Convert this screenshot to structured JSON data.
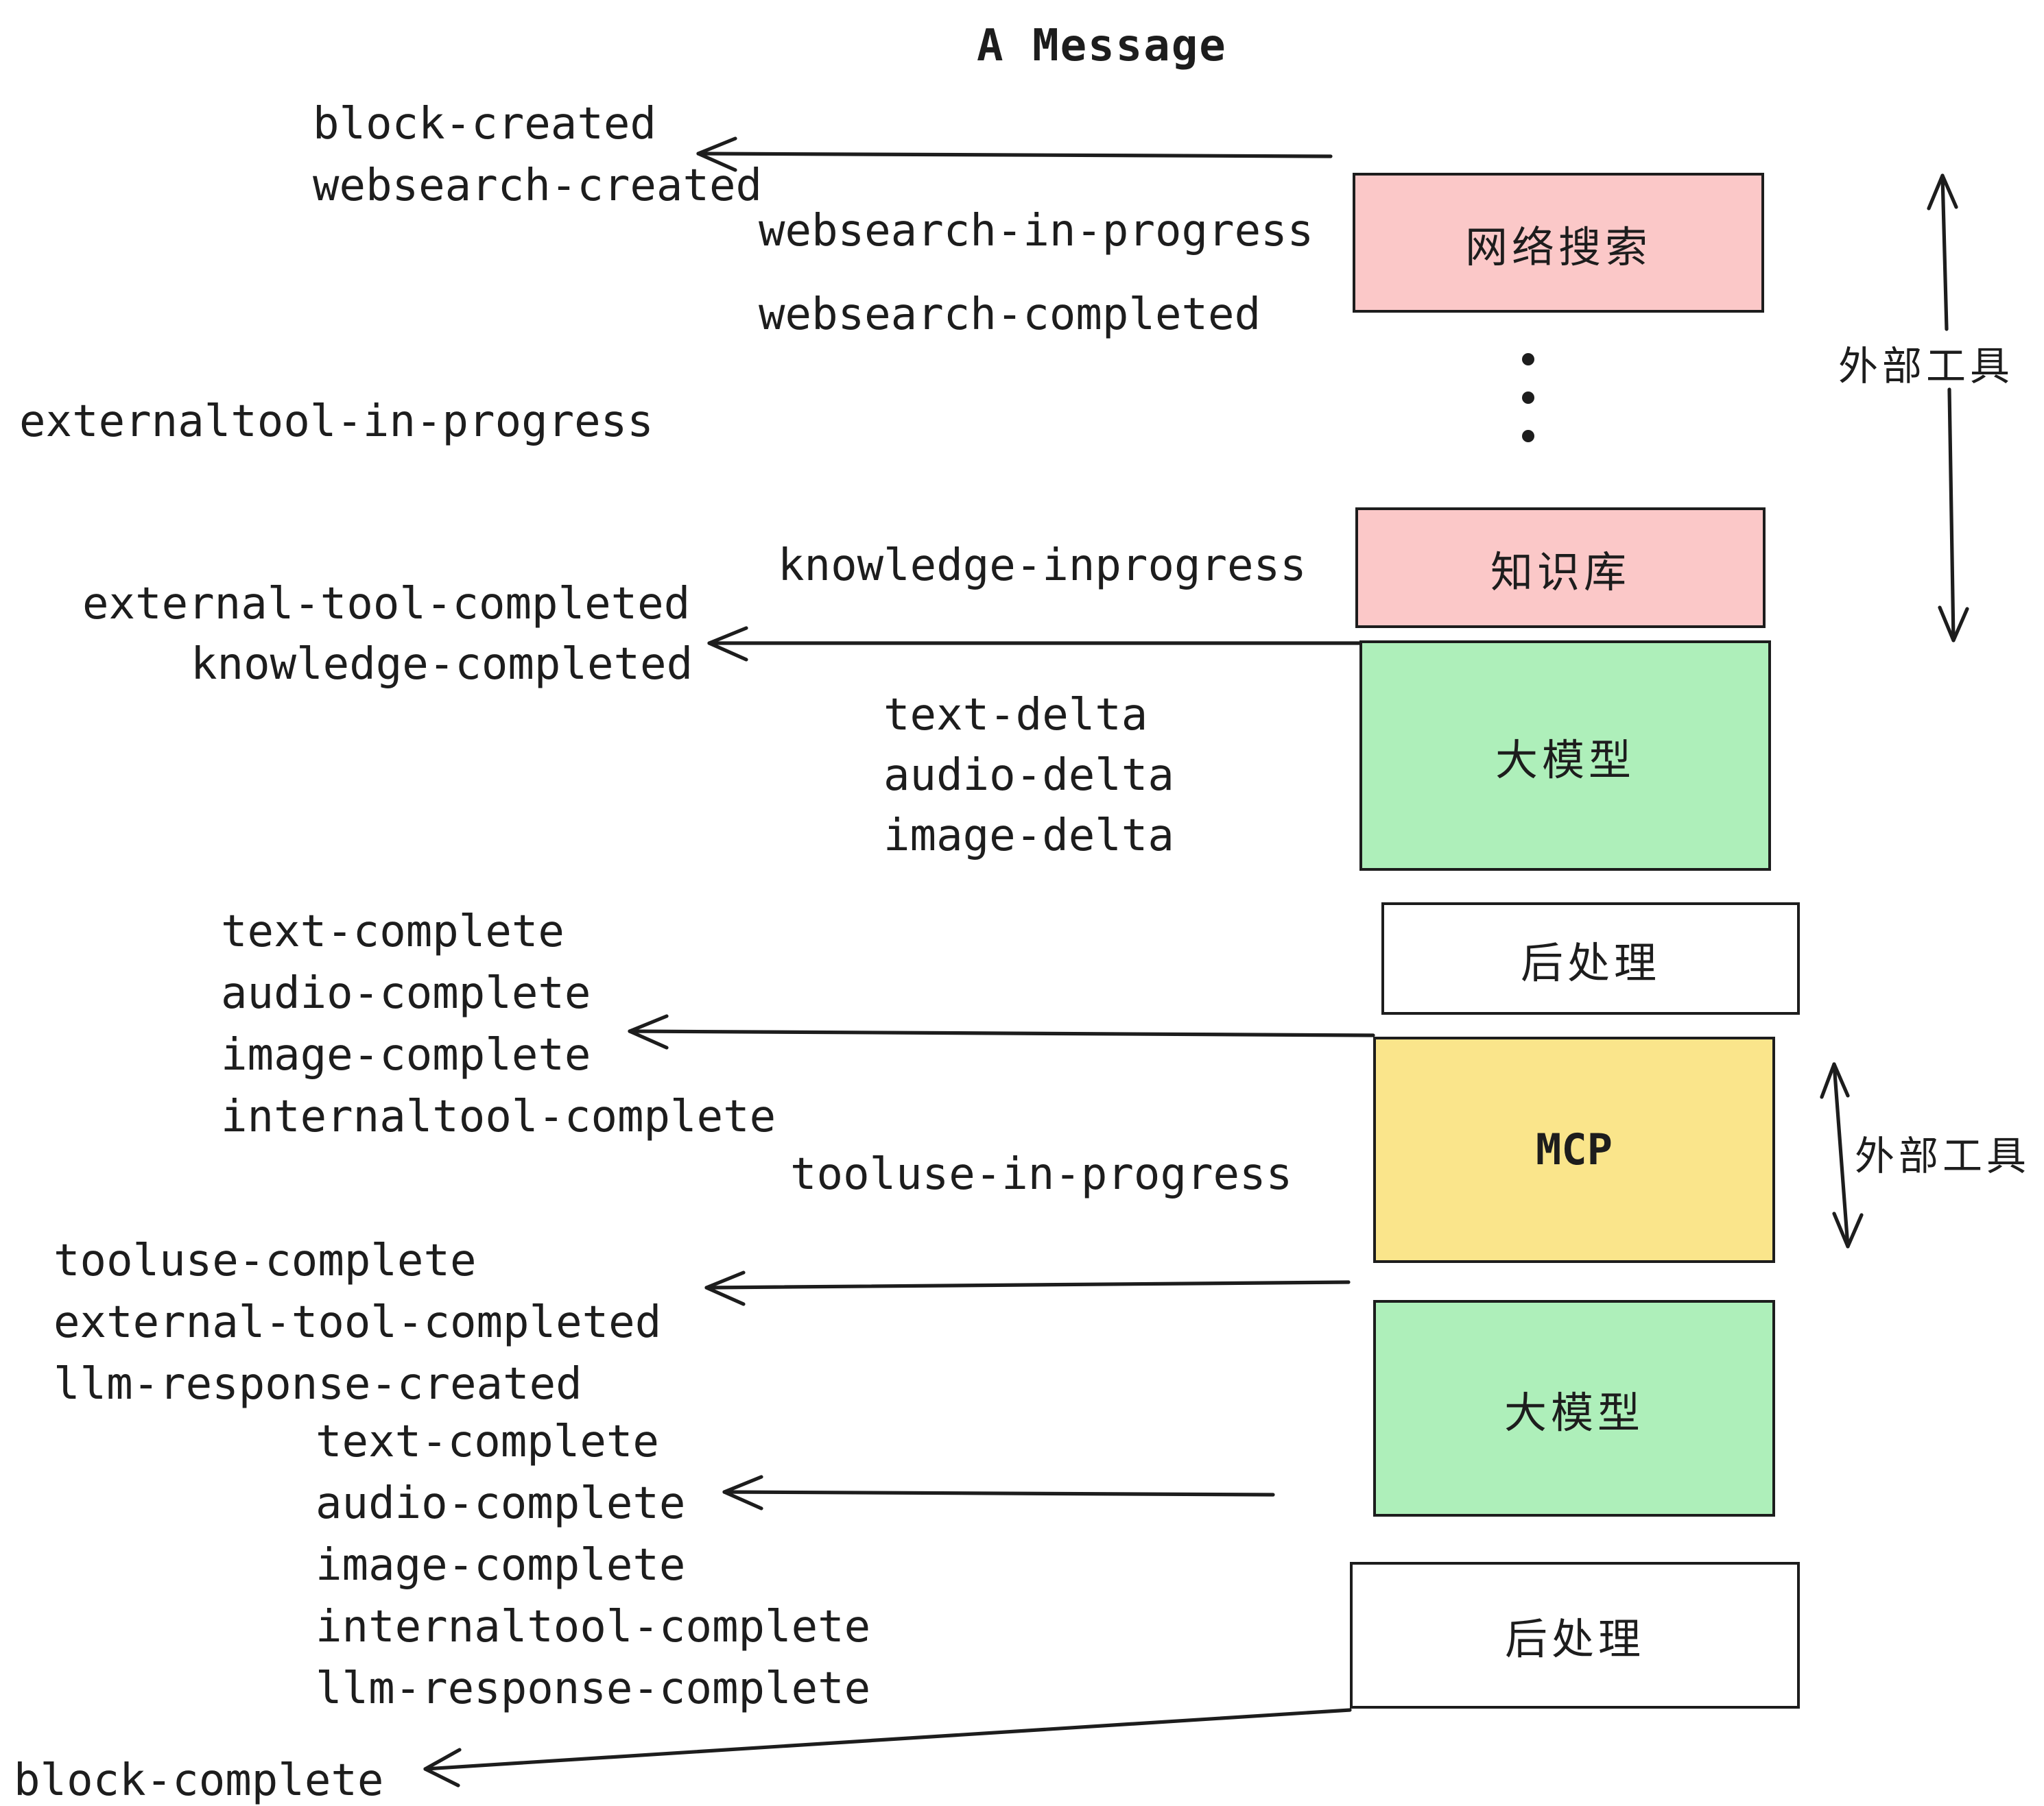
{
  "title": "A Message",
  "colors": {
    "pink": "#fbc8c8",
    "green": "#aeefba",
    "yellow": "#fae58b",
    "white": "#ffffff",
    "ink": "#1d1d1d"
  },
  "events": [
    "block-created",
    "websearch-created",
    "websearch-in-progress",
    "websearch-completed",
    "externaltool-in-progress",
    "knowledge-inprogress",
    "external-tool-completed",
    "knowledge-completed",
    "text-delta",
    "audio-delta",
    "image-delta",
    "text-complete",
    "audio-complete",
    "image-complete",
    "internaltool-complete",
    "tooluse-in-progress",
    "tooluse-complete",
    "external-tool-completed",
    "llm-response-created",
    "text-complete",
    "audio-complete",
    "image-complete",
    "internaltool-complete",
    "llm-response-complete",
    "block-complete"
  ],
  "boxes": [
    {
      "label": "网络搜索",
      "color": "#fbc8c8"
    },
    {
      "label": "知识库",
      "color": "#fbc8c8"
    },
    {
      "label": "大模型",
      "color": "#aeefba"
    },
    {
      "label": "后处理",
      "color": "#ffffff"
    },
    {
      "label": "MCP",
      "color": "#fae58b"
    },
    {
      "label": "大模型",
      "color": "#aeefba"
    },
    {
      "label": "后处理",
      "color": "#ffffff"
    }
  ],
  "side_labels": [
    "外部工具",
    "外部工具"
  ],
  "icons": {
    "ellipsis": "vertical-ellipsis-dots"
  }
}
